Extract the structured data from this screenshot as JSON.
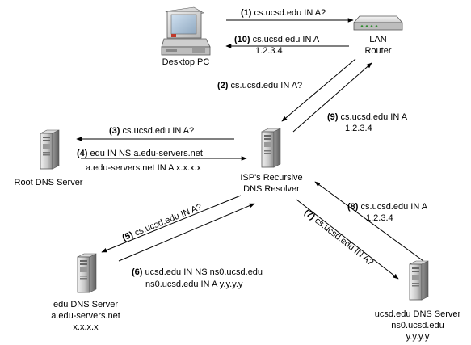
{
  "nodes": {
    "desktop": {
      "label": "Desktop PC"
    },
    "router": {
      "label_line1": "LAN",
      "label_line2": "Router"
    },
    "resolver": {
      "label_line1": "ISP's Recursive",
      "label_line2": "DNS Resolver"
    },
    "root": {
      "label": "Root DNS Server"
    },
    "edu": {
      "label_line1": "edu DNS Server",
      "label_line2": "a.edu-servers.net",
      "label_line3": "x.x.x.x"
    },
    "ucsd": {
      "label_line1": "ucsd.edu DNS Server",
      "label_line2": "ns0.ucsd.edu",
      "label_line3": "y.y.y.y"
    }
  },
  "messages": [
    {
      "num": "(1)",
      "lines": [
        "cs.ucsd.edu IN A?"
      ]
    },
    {
      "num": "(2)",
      "lines": [
        "cs.ucsd.edu IN A?"
      ]
    },
    {
      "num": "(3)",
      "lines": [
        "cs.ucsd.edu IN A?"
      ]
    },
    {
      "num": "(4)",
      "lines": [
        "edu IN NS a.edu-servers.net",
        "a.edu-servers.net IN A x.x.x.x"
      ]
    },
    {
      "num": "(5)",
      "lines": [
        "cs.ucsd.edu IN A?"
      ]
    },
    {
      "num": "(6)",
      "lines": [
        "ucsd.edu IN NS ns0.ucsd.edu",
        "ns0.ucsd.edu IN A y.y.y.y"
      ]
    },
    {
      "num": "(7)",
      "lines": [
        "cs.ucsd.edu IN A?"
      ]
    },
    {
      "num": "(8)",
      "lines": [
        "cs.ucsd.edu IN A",
        "1.2.3.4"
      ]
    },
    {
      "num": "(9)",
      "lines": [
        "cs.ucsd.edu IN A",
        "1.2.3.4"
      ]
    },
    {
      "num": "(10)",
      "lines": [
        "cs.ucsd.edu IN A",
        "1.2.3.4"
      ]
    }
  ]
}
